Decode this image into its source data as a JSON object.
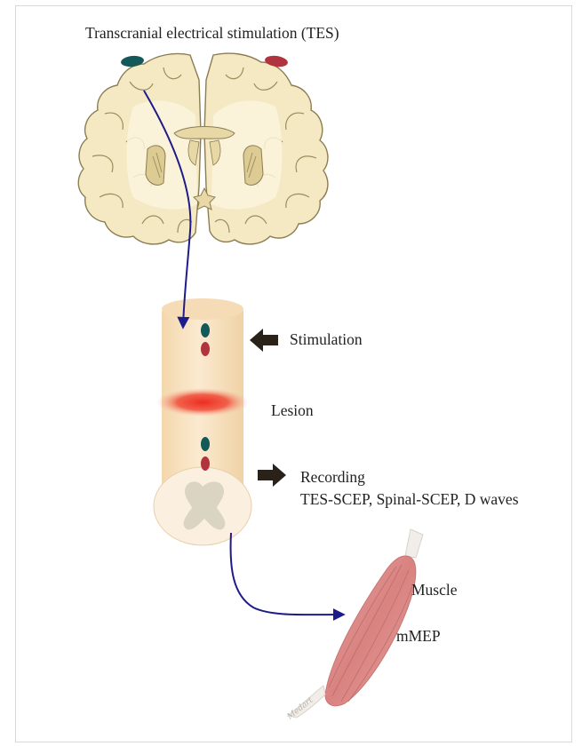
{
  "title": "Transcranial electrical stimulation (TES)",
  "labels": {
    "stimulation": "Stimulation",
    "lesion": "Lesion",
    "recording_title": "Recording",
    "recording_detail": "TES-SCEP, Spinal-SCEP, D waves",
    "muscle": "Muscle",
    "mmep": "mMEP"
  },
  "signature": "Medart",
  "colors": {
    "electrode_teal": "#14595a",
    "electrode_red": "#b0333e",
    "pathway_arrow": "#1e1c8a",
    "lesion": "#ec2a23",
    "cord": "#f8e3c2",
    "brain_white": "#fbf4dd",
    "brain_cortex": "#eadcb0",
    "muscle": "#d98888",
    "pointer_arrow": "#2a2119"
  }
}
